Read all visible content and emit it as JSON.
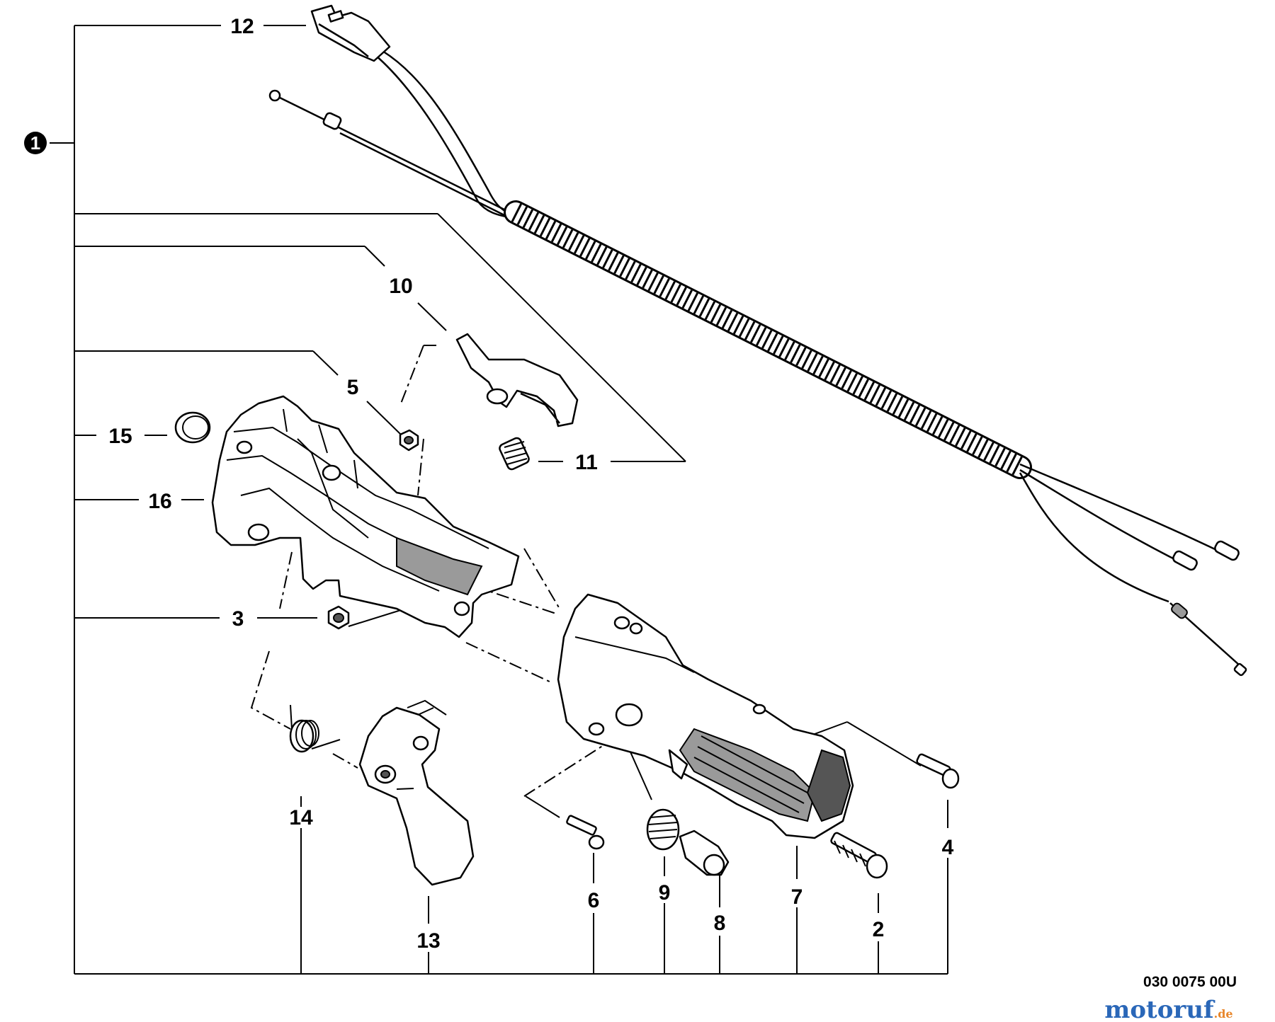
{
  "assembly": {
    "number": "1"
  },
  "callouts": {
    "p2": "2",
    "p3": "3",
    "p4": "4",
    "p5": "5",
    "p6": "6",
    "p7": "7",
    "p8": "8",
    "p9": "9",
    "p10": "10",
    "p11": "11",
    "p12": "12",
    "p13": "13",
    "p14": "14",
    "p15": "15",
    "p16": "16"
  },
  "footer": {
    "diagram_code": "030 0075 00U",
    "watermark_main": "motoruf",
    "watermark_suffix": ".de"
  },
  "colors": {
    "line": "#000000",
    "background": "#ffffff",
    "watermark_blue": "#2a67b8",
    "watermark_orange": "#e8862a",
    "watermark_green": "#3aa04a",
    "watermark_red": "#d8322f"
  }
}
